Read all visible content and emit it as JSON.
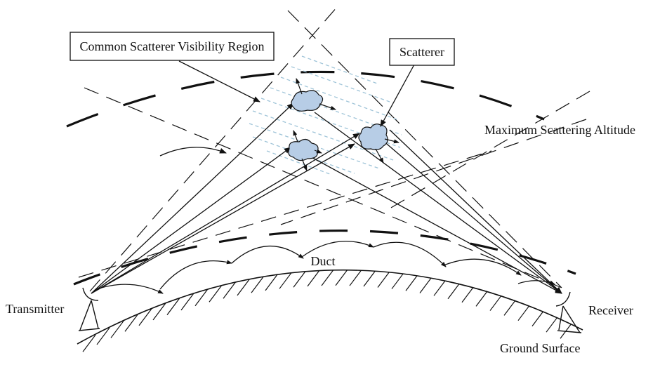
{
  "labels": {
    "visibility_region": "Common Scatterer Visibility Region",
    "scatterer": "Scatterer",
    "max_altitude": "Maximum Scattering Altitude",
    "duct": "Duct",
    "transmitter": "Transmitter",
    "receiver": "Receiver",
    "ground": "Ground Surface"
  },
  "colors": {
    "line": "#111111",
    "scatterer_fill": "#b7cde6",
    "region_hatch": "#9fc4d8",
    "background": "#ffffff"
  },
  "icons": {
    "transmitter": "dish-antenna-icon",
    "receiver": "dish-antenna-icon",
    "scatterer": "cloud-blob-icon"
  }
}
